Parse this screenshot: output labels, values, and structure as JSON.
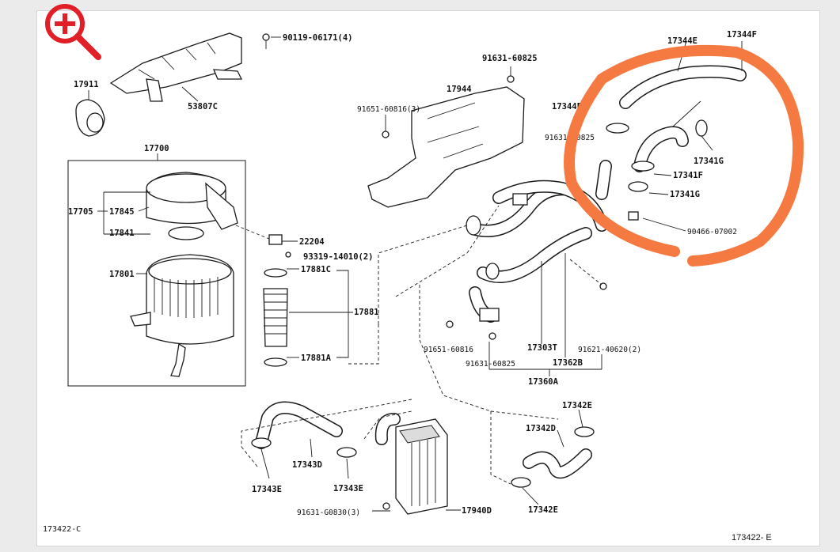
{
  "figure_code_left": "173422-C",
  "figure_code_right": "173422- E",
  "zoom_icon": "zoom-in-magnifier-icon",
  "highlight_color": "#f47a42",
  "labels": {
    "p90119": "90119-06171(4)",
    "p17911": "17911",
    "p53807C": "53807C",
    "p17700": "17700",
    "p17705": "17705",
    "p17845": "17845",
    "p17841": "17841",
    "p17801": "17801",
    "p22204": "22204",
    "p93319": "93319-14010(2)",
    "p17881C": "17881C",
    "p17881": "17881",
    "p17881A": "17881A",
    "p91631a": "91631-60825",
    "p17944": "17944",
    "p91651a": "91651-60816(3)",
    "p17344E": "17344E",
    "p17344F_top": "17344F",
    "p17344F_mid": "17344F",
    "p91631b": "91631-60825",
    "p17341G_a": "17341G",
    "p17341F": "17341F",
    "p17341G_b": "17341G",
    "p90466": "90466-07002",
    "p91651b": "91651-60816",
    "p91631c": "91631-60825",
    "p17303T": "17303T",
    "p91621": "91621-40620(2)",
    "p17362B": "17362B",
    "p17360A": "17360A",
    "p17342E_top": "17342E",
    "p17342D": "17342D",
    "p17342E_bot": "17342E",
    "p17343D": "17343D",
    "p17343E_a": "17343E",
    "p17343E_b": "17343E",
    "p91631d": "91631-G0830(3)",
    "p17940D": "17940D"
  }
}
